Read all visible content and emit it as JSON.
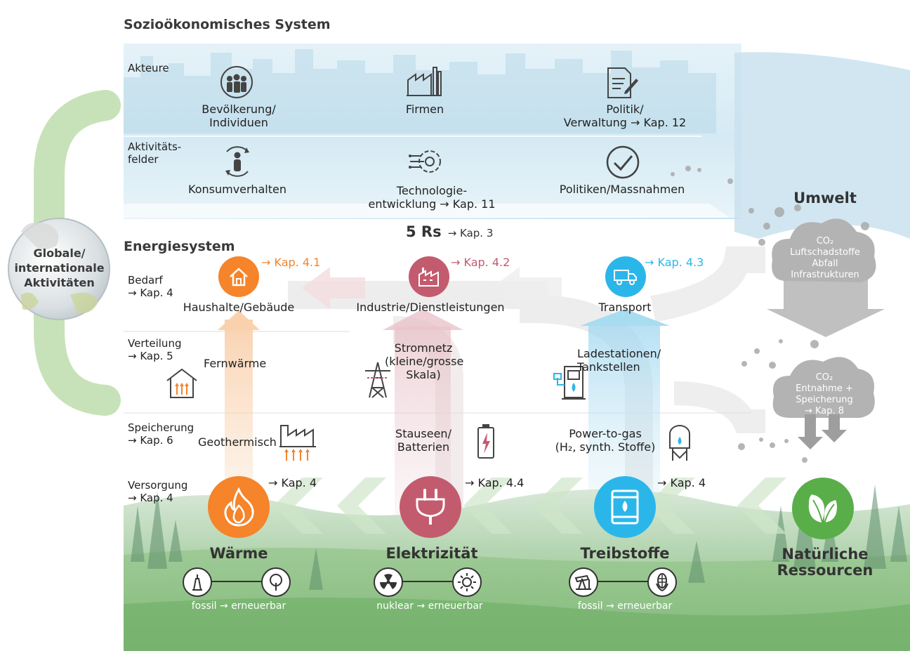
{
  "colors": {
    "heat": "#f5842a",
    "electricity": "#c35b6e",
    "fuel": "#2bb6ea",
    "nature": "#5aae4a",
    "globe_green": "#9dcf7c",
    "cloud": "#b5b5b5"
  },
  "socio": {
    "title": "Sozioökonomisches System",
    "akteure_label": "Akteure",
    "akteure": [
      {
        "label": "Bevölkerung/\nIndividuen",
        "icon": "people-globe-icon"
      },
      {
        "label": "Firmen",
        "icon": "factory-icon"
      },
      {
        "label": "Politik/\nVerwaltung → Kap. 12",
        "icon": "document-pen-icon"
      }
    ],
    "felder_label": "Aktivitäts-\nfelder",
    "felder": [
      {
        "label": "Konsumverhalten",
        "icon": "person-cycle-icon"
      },
      {
        "label": "Technologie-\nentwicklung → Kap. 11",
        "icon": "gear-circuit-icon"
      },
      {
        "label": "Politiken/Massnahmen",
        "icon": "checkmark-icon"
      }
    ]
  },
  "rs": {
    "main": "5 Rs",
    "ref": "→ Kap. 3"
  },
  "globe": {
    "label": "Globale/\ninternationale\nAktivitäten"
  },
  "energy": {
    "title": "Energiesystem",
    "rows": [
      {
        "label": "Bedarf\n→ Kap. 4"
      },
      {
        "label": "Verteilung\n→ Kap. 5"
      },
      {
        "label": "Speicherung\n→ Kap. 6"
      },
      {
        "label": "Versorgung\n→ Kap. 4"
      }
    ],
    "demand": [
      {
        "label": "Haushalte/Gebäude",
        "ref": "→ Kap. 4.1",
        "icon": "house-icon"
      },
      {
        "label": "Industrie/Dienstleistungen",
        "ref": "→ Kap. 4.2",
        "icon": "industry-icon"
      },
      {
        "label": "Transport",
        "ref": "→ Kap. 4.3",
        "icon": "truck-icon"
      }
    ],
    "distribution": [
      {
        "label": "Fernwärme",
        "icon": "heated-house-icon"
      },
      {
        "label": "Stromnetz\n(kleine/grosse\nSkala)",
        "icon": "power-pylon-icon"
      },
      {
        "label": "Ladestationen/\nTankstellen",
        "icon": "charging-station-icon"
      }
    ],
    "storage": [
      {
        "label": "Geothermisch",
        "icon": "geothermal-icon"
      },
      {
        "label": "Stauseen/\nBatterien",
        "icon": "battery-icon"
      },
      {
        "label": "Power-to-gas\n(H₂, synth. Stoffe)",
        "icon": "gas-tank-icon"
      }
    ],
    "supply": [
      {
        "title": "Wärme",
        "ref": "→ Kap. 4",
        "icon": "flame-icon",
        "range": "fossil → erneuerbar",
        "left_icon": "oil-lamp-icon",
        "right_icon": "tree-icon"
      },
      {
        "title": "Elektrizität",
        "ref": "→ Kap. 4.4",
        "icon": "plug-icon",
        "range": "nuklear → erneuerbar",
        "left_icon": "radiation-icon",
        "right_icon": "sun-icon"
      },
      {
        "title": "Treibstoffe",
        "ref": "→ Kap. 4",
        "icon": "fuel-barrel-icon",
        "range": "fossil → erneuerbar",
        "left_icon": "oil-pump-icon",
        "right_icon": "corn-icon"
      }
    ],
    "nature": {
      "title": "Natürliche\nRessourcen",
      "icon": "leaves-icon"
    }
  },
  "umwelt": {
    "title": "Umwelt",
    "cloud1": "CO₂\nLuftschadstoffe\nAbfall\nInfrastrukturen",
    "cloud2": "CO₂\nEntnahme +\nSpeicherung\n→ Kap. 8"
  }
}
